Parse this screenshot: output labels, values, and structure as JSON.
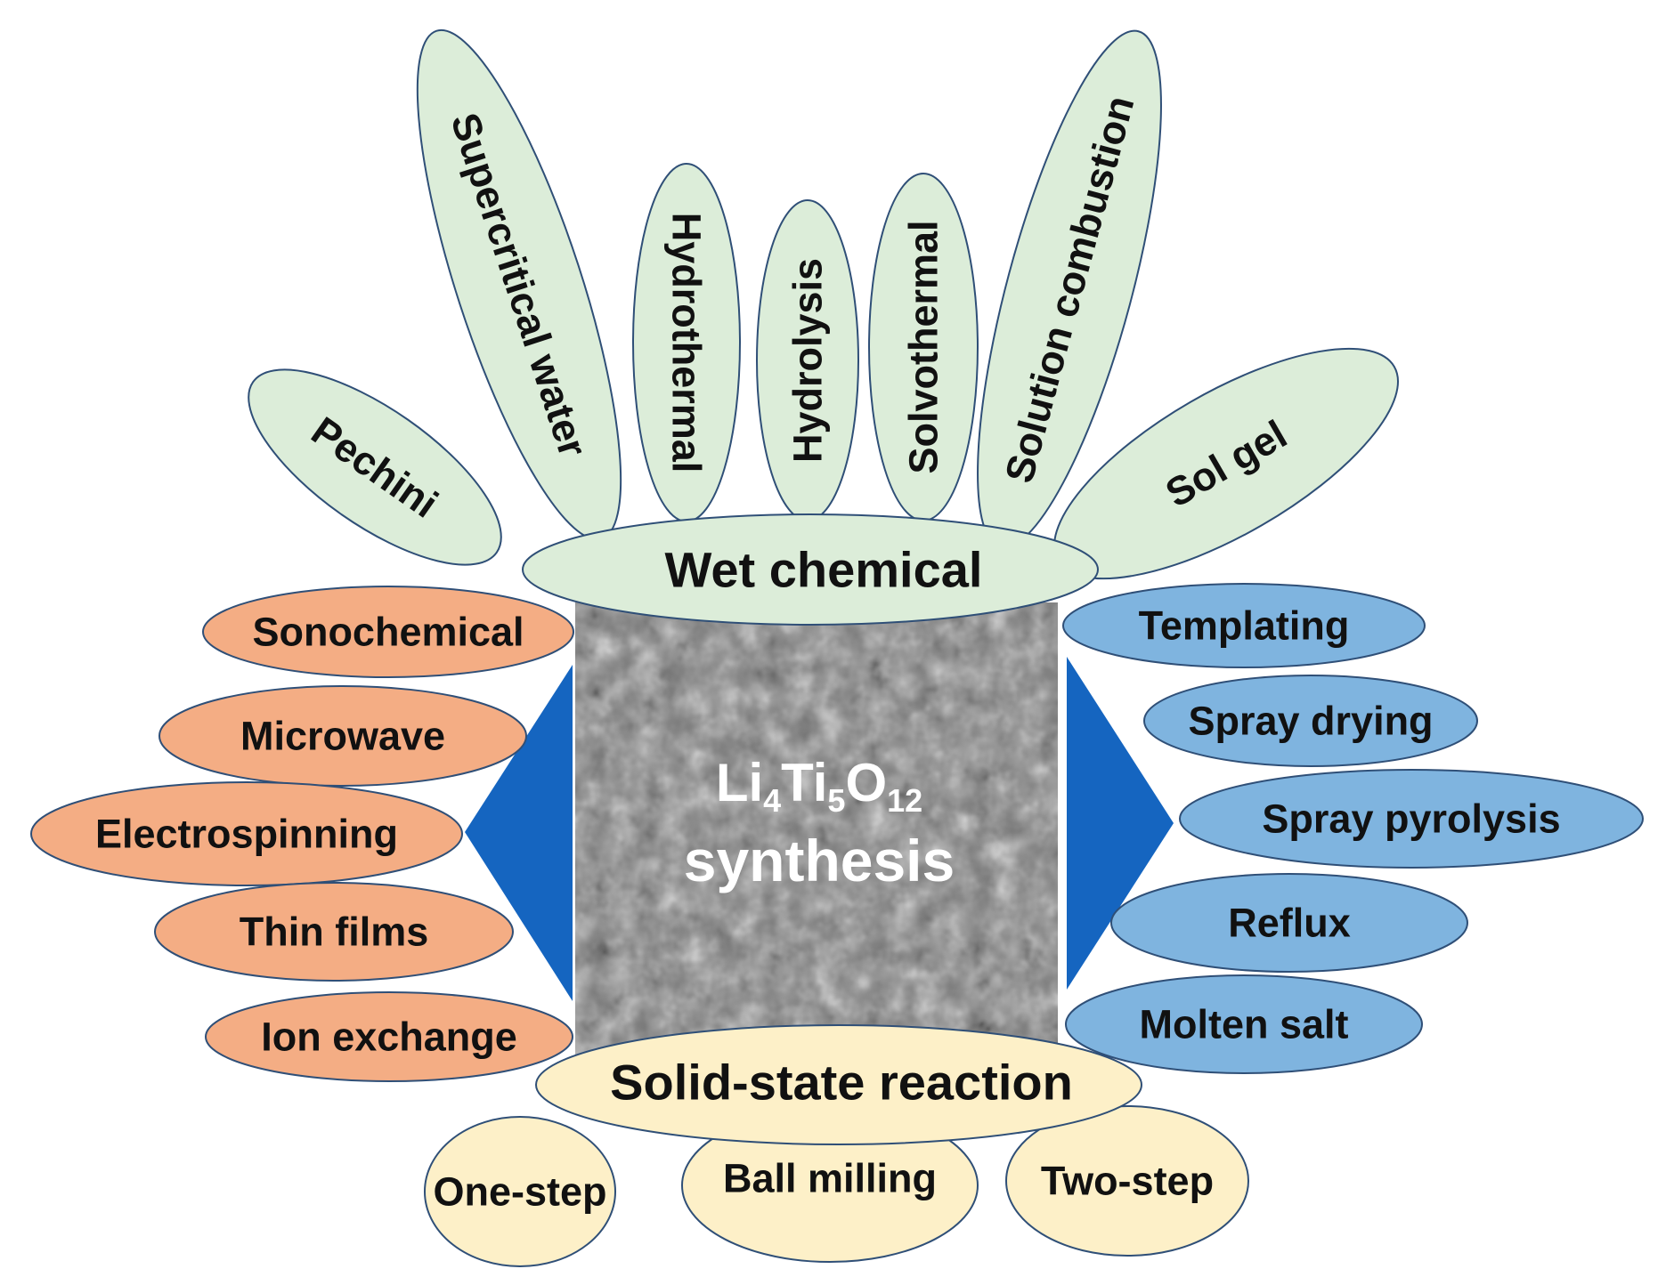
{
  "colors": {
    "wet": "#dcedd9",
    "left": "#f4ad84",
    "right": "#7fb4df",
    "solid": "#fdf0c8",
    "arrow": "#1565c0",
    "outline": "#2f4f77"
  },
  "center": {
    "formula_parts": [
      "Li",
      "4",
      "Ti",
      "5",
      "O",
      "12"
    ],
    "line2": "synthesis"
  },
  "wet_chemical": {
    "title": "Wet chemical",
    "methods": [
      "Pechini",
      "Supercritical water",
      "Hydrothermal",
      "Hydrolysis",
      "Solvothermal",
      "Solution combustion",
      "Sol gel"
    ]
  },
  "left_methods": [
    "Sonochemical",
    "Microwave",
    "Electrospinning",
    "Thin films",
    "Ion exchange"
  ],
  "right_methods": [
    "Templating",
    "Spray drying",
    "Spray pyrolysis",
    "Reflux",
    "Molten salt"
  ],
  "solid_state": {
    "title": "Solid-state reaction",
    "methods": [
      "One-step",
      "Ball milling",
      "Two-step"
    ]
  }
}
